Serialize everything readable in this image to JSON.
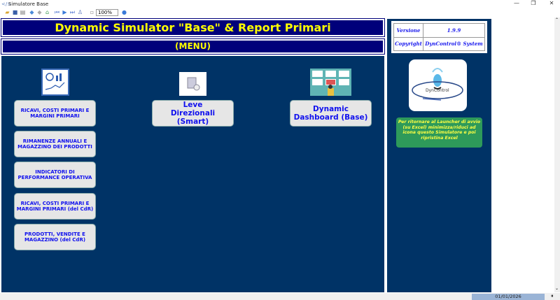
{
  "window": {
    "title": "Simulatore Base"
  },
  "toolbar": {
    "zoom": "100%"
  },
  "header": {
    "title": "Dynamic Simulator \"Base\" & Report Primari",
    "menu": "(MENU)"
  },
  "left_buttons": [
    "RICAVI, COSTI PRIMARI E MARGINI PRIMARI",
    "RIMANENZE ANNUALI E MAGAZZINO DEI PRODOTTI",
    "INDICATORI DI PERFORMANCE OPERATIVA",
    "RICAVI, COSTI PRIMARI E MARGINI PRIMARI (del CdR)",
    "PRODOTTI, VENDITE E MAGAZZINO (del CdR)"
  ],
  "middle_button": "Leve Direzionali (Smart)",
  "right_button": "Dynamic Dashboard (Base)",
  "info": {
    "version_label": "Versione",
    "version": "1.9.9",
    "copyright_label": "Copyright",
    "copyright": "DynControl® System"
  },
  "logo_text": "DynControl",
  "note": "Per ritornare al Launcher di avvio (su Excel) minimizza/riduci ad icona questo Simulatore e poi ripristina Excel",
  "status": {
    "date": "01/01/2026"
  },
  "colors": {
    "navy": "#00007a",
    "panel": "#003366",
    "yellow": "#ffff00",
    "green": "#2e9a5a"
  }
}
